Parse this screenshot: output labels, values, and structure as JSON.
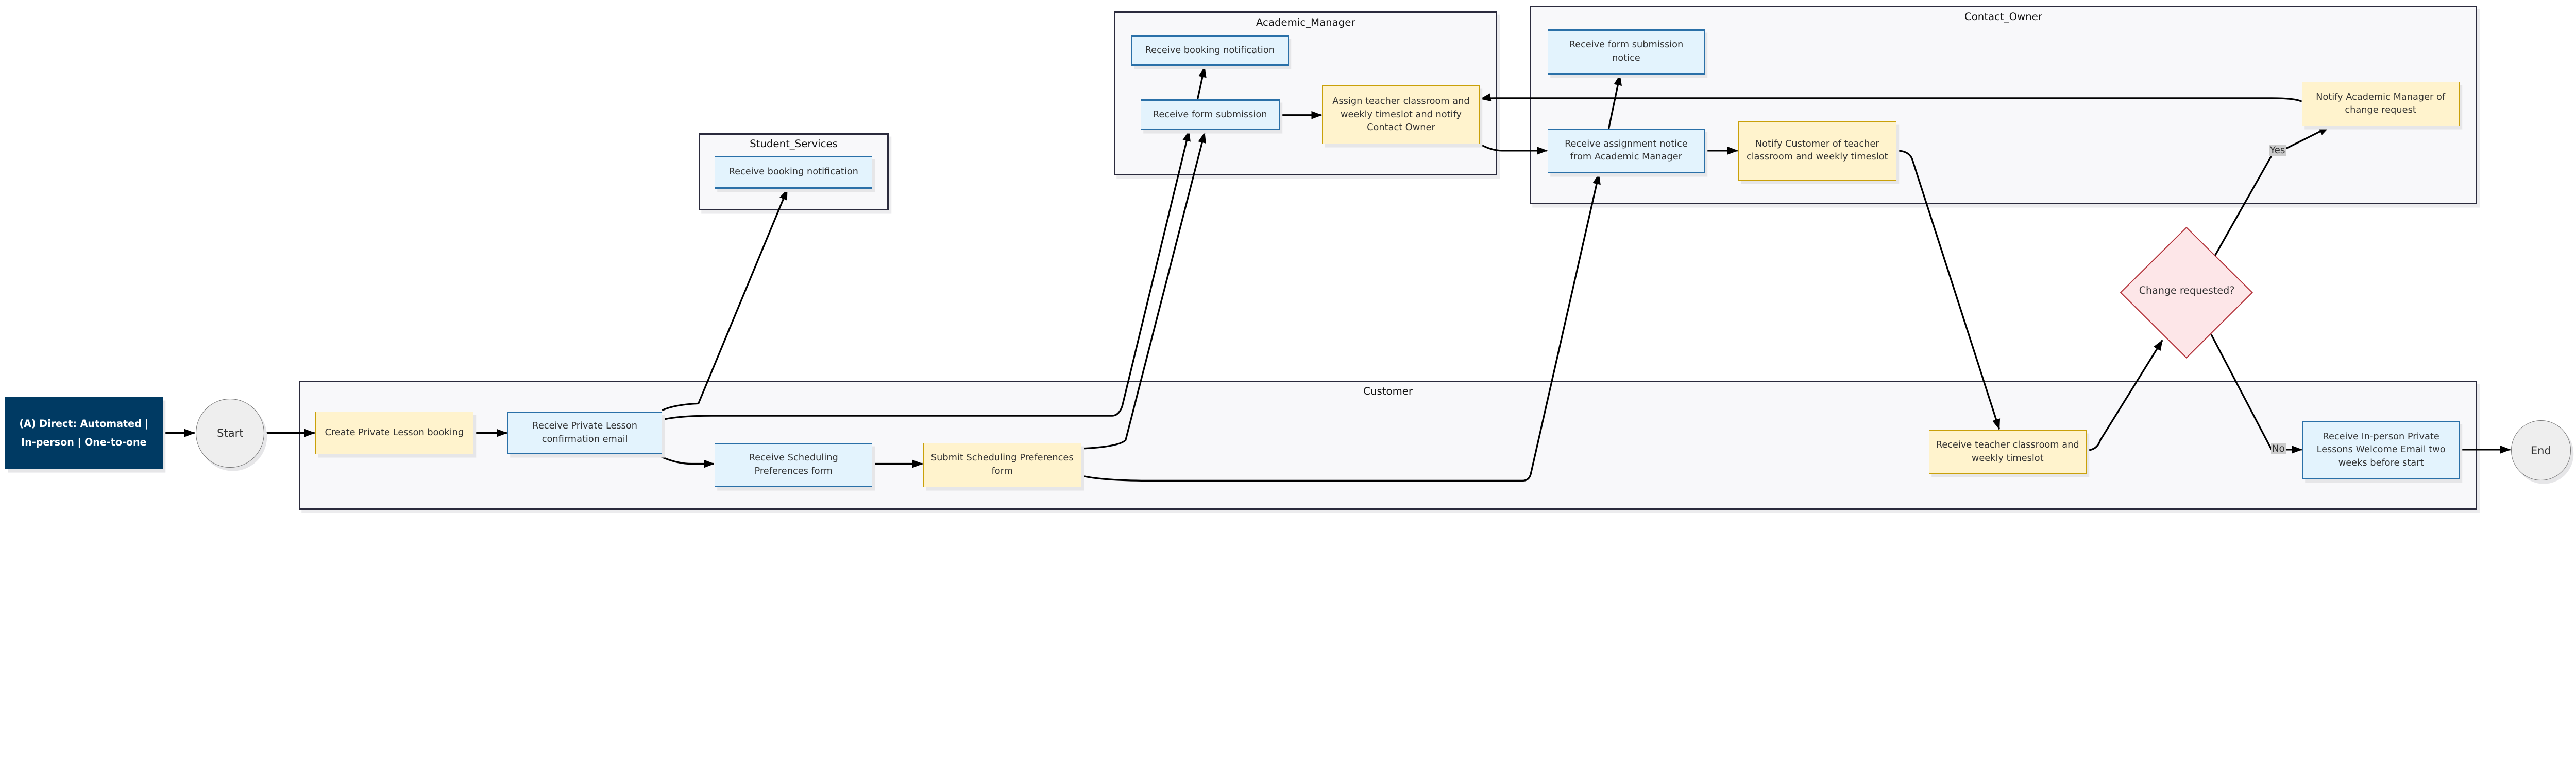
{
  "title_box": "(A) Direct: Automated | In-person | One-to-one",
  "start": "Start",
  "end": "End",
  "pools": {
    "customer": "Customer",
    "student_services": "Student_Services",
    "academic_manager": "Academic_Manager",
    "contact_owner": "Contact_Owner"
  },
  "nodes": {
    "create_booking": "Create Private Lesson booking",
    "receive_confirmation": "Receive Private Lesson confirmation email",
    "receive_sched_form": "Receive Scheduling Preferences form",
    "submit_sched_form": "Submit Scheduling Preferences form",
    "receive_teacher": "Receive teacher classroom and weekly timeslot",
    "receive_welcome": "Receive In-person Private Lessons Welcome Email two weeks before start",
    "ss_booking_notification": "Receive booking notification",
    "am_booking_notification": "Receive booking notification",
    "am_form_submission": "Receive form submission",
    "am_assign": "Assign teacher classroom and weekly timeslot and notify Contact Owner",
    "co_form_notice": "Receive form submission notice",
    "co_assignment_notice": "Receive assignment notice from Academic Manager",
    "co_notify_customer": "Notify Customer of teacher classroom and weekly timeslot",
    "co_notify_am": "Notify Academic Manager of change request",
    "decision": "Change requested?"
  },
  "edge_labels": {
    "yes": "Yes",
    "no": "No"
  },
  "colors": {
    "task_fill": "#fff3cd",
    "receive_fill": "#e3f3fd",
    "decision_fill": "#fde6e8",
    "title_fill": "#003a63"
  }
}
